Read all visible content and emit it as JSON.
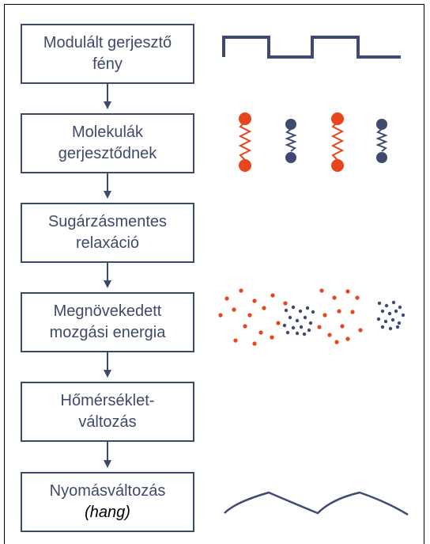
{
  "steps": [
    {
      "line1": "Modulált gerjesztő",
      "line2": "fény"
    },
    {
      "line1": "Molekulák",
      "line2": "gerjesztődnek"
    },
    {
      "line1": "Sugárzásmentes",
      "line2": "relaxáció"
    },
    {
      "line1": "Megnövekedett",
      "line2": "mozgási energia"
    },
    {
      "line1": "Hőmérséklet-",
      "line2": "változás"
    },
    {
      "line1": "Nyomásváltozás",
      "line2": "(hang)"
    }
  ],
  "colors": {
    "box_border": "#3e4a6b",
    "text": "#3e4a6b",
    "orange": "#e8441e",
    "navy": "#3f4a72"
  }
}
